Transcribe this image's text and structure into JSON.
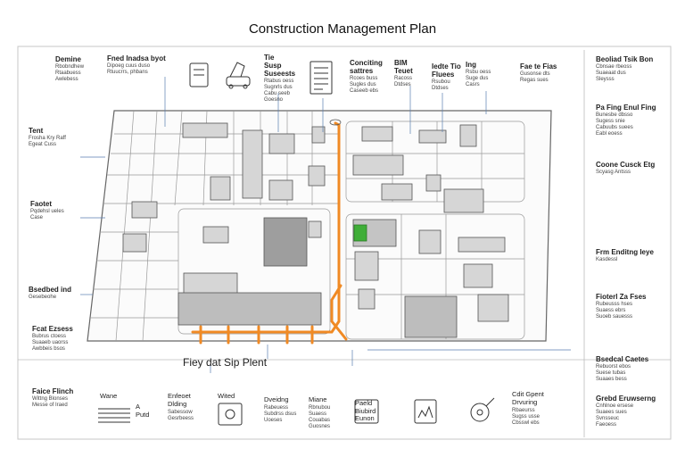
{
  "title": "Construction Management Plan",
  "plan_label": "Fiey dat Sip Plent",
  "top_labels": [
    {
      "head": "Demine",
      "sub": "Rbobndhew\nRtaabuess\nAwlebess"
    },
    {
      "head": "Fned Inadsa byot",
      "sub": "Dipoeg cuus duso\nRtuucrrs, phbans"
    },
    {
      "head": "Tie\nSusp\nSuseests",
      "sub": "Rtabus oess\nSugnrls dus\nCabu seeb\nGoesno"
    },
    {
      "head": "Conciting\nsattres",
      "sub": "Rcoes buss\nSugles dus\nCaseeb ebs"
    },
    {
      "head": "BIM\nTeuet",
      "sub": "Racoss\nDtdses"
    },
    {
      "head": "Iedte Tio\nFluees",
      "sub": "Rsubou\nDtdses"
    },
    {
      "head": "Ing",
      "sub": "Rsbu oess\nSuge dus\nCasrs"
    },
    {
      "head": "Fae te Fias",
      "sub": "Gusonse dts\nRegas sues"
    }
  ],
  "left_labels": [
    {
      "head": "Tent",
      "sub": "Frosha Kry Raff\nEgeat Cuss"
    },
    {
      "head": "Faotet",
      "sub": "Pqdehsl ueles\nCase"
    },
    {
      "head": "Bsedbed ind",
      "sub": "Gesebeohe"
    },
    {
      "head": "Fcat Ezsess",
      "sub": "Bubrus ctoess\nSuaaeb uaorss\nAwbbeis bsos"
    },
    {
      "head": "Faice Flinch",
      "sub": "Wittng Blonses\nMesse of Iraed"
    }
  ],
  "right_labels": [
    {
      "head": "Beoliad Tsik Bon",
      "sub": "Cbnsae rbeoss\nSuaeaat dus\nSleysss"
    },
    {
      "head": "Pa Fing Enul Fing",
      "sub": "Bunesbe dbsso\nSugess snie\nCabuubs suees\nEabl eoess"
    },
    {
      "head": "Coone Cusck Etg",
      "sub": "Scyasg Antsss"
    },
    {
      "head": "Frm Enditng Ieye",
      "sub": "Kasdessl"
    },
    {
      "head": "Fioterl Za Fses",
      "sub": "Rubeusss hses\nSuaess ebrs\nSuoeb sauesss"
    },
    {
      "head": "Bsedcal Caetes",
      "sub": "Rebuorst ebos\nSuese tubas\nSuaaes bess"
    },
    {
      "head": "Grebd Eruwserng",
      "sub": "Cnhlnoe ersese\nSuaees sues\nSvnsseuc\nFaeoess"
    }
  ],
  "legend_items": [
    {
      "label": "Wane",
      "sub": ""
    },
    {
      "label": "A\nPutd",
      "sub": ""
    },
    {
      "label": "Enfeoet\nDlding",
      "sub": "Sabessow\nGesrbeess"
    },
    {
      "label": "Wited",
      "sub": ""
    },
    {
      "label": "Dveidng",
      "sub": "Rabeuess\nSubdrss dsus\nUoeses"
    },
    {
      "label": "Miane",
      "sub": "Rbnubou\nSuaess\nCouabas\nGuosnes"
    },
    {
      "label": "Paeld\nBiubird\nEunon",
      "sub": ""
    },
    {
      "label": "",
      "sub": ""
    },
    {
      "label": "Cdit Gpent\nDrvuring",
      "sub": "Rbaeurss\nSugss usse\nCbsswl ebs"
    }
  ],
  "icons": [
    "document-icon",
    "excavator-icon",
    "report-icon",
    "plant-icon",
    "drawing-icon",
    "building-icon",
    "rail-icon",
    "valve-icon"
  ],
  "colors": {
    "path_orange": "#f08a24",
    "highlight_green": "#3fae38",
    "line_gray": "#555555",
    "leader_blue": "#5a7eb0"
  }
}
